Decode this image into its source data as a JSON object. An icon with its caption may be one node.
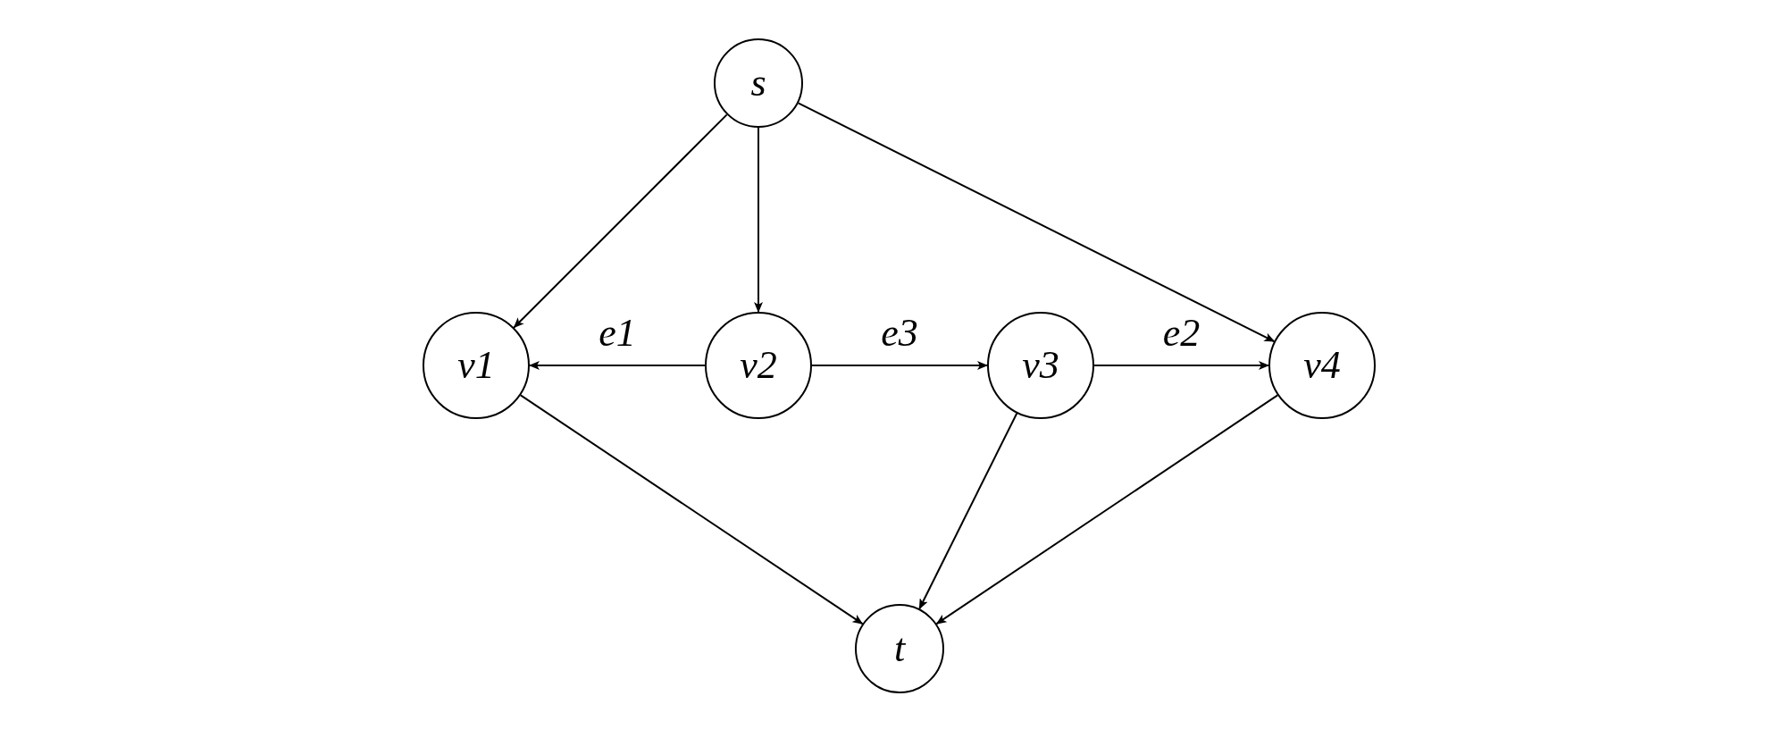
{
  "diagram": {
    "nodes": [
      {
        "text": [
          "s"
        ]
      },
      {
        "text": [
          "v1"
        ]
      },
      {
        "text": [
          "v2"
        ]
      },
      {
        "text": [
          "v3"
        ]
      },
      {
        "text": [
          "v4"
        ]
      },
      {
        "text": [
          "t"
        ]
      }
    ],
    "edges": [
      {
        "from": 0,
        "to": 1,
        "arrow": "to"
      },
      {
        "from": 0,
        "to": 2,
        "arrow": "to"
      },
      {
        "from": 0,
        "to": 4,
        "arrow": "to"
      },
      {
        "from": 2,
        "to": 1,
        "arrow": "to",
        "label": "e1"
      },
      {
        "from": 2,
        "to": 3,
        "arrow": "to",
        "label": "e3"
      },
      {
        "from": 3,
        "to": 4,
        "arrow": "to",
        "label": "e2"
      },
      {
        "from": 1,
        "to": 5,
        "arrow": "to"
      },
      {
        "from": 3,
        "to": 5,
        "arrow": "to"
      },
      {
        "from": 4,
        "to": 5,
        "arrow": "to"
      }
    ]
  }
}
